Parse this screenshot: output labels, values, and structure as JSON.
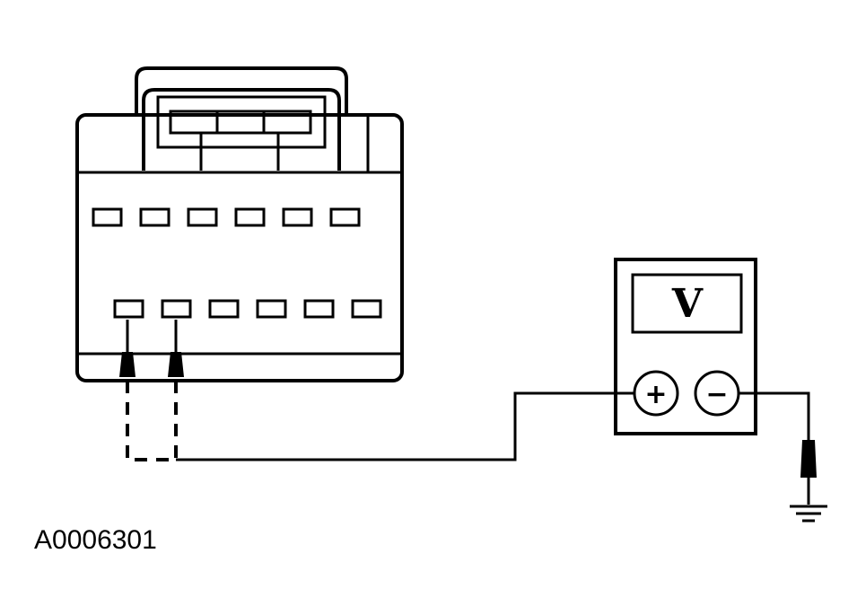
{
  "figure_id": "A0006301",
  "meter": {
    "display_symbol": "V",
    "positive_symbol": "+",
    "negative_symbol": "−"
  },
  "connector": {
    "top_row_pins": 6,
    "bottom_row_pins": 6,
    "probed_pins": [
      1,
      2
    ]
  },
  "icons": {
    "ground": "ground-symbol-icon",
    "probe": "test-probe-icon"
  },
  "colors": {
    "line": "#000000",
    "background": "#ffffff"
  }
}
